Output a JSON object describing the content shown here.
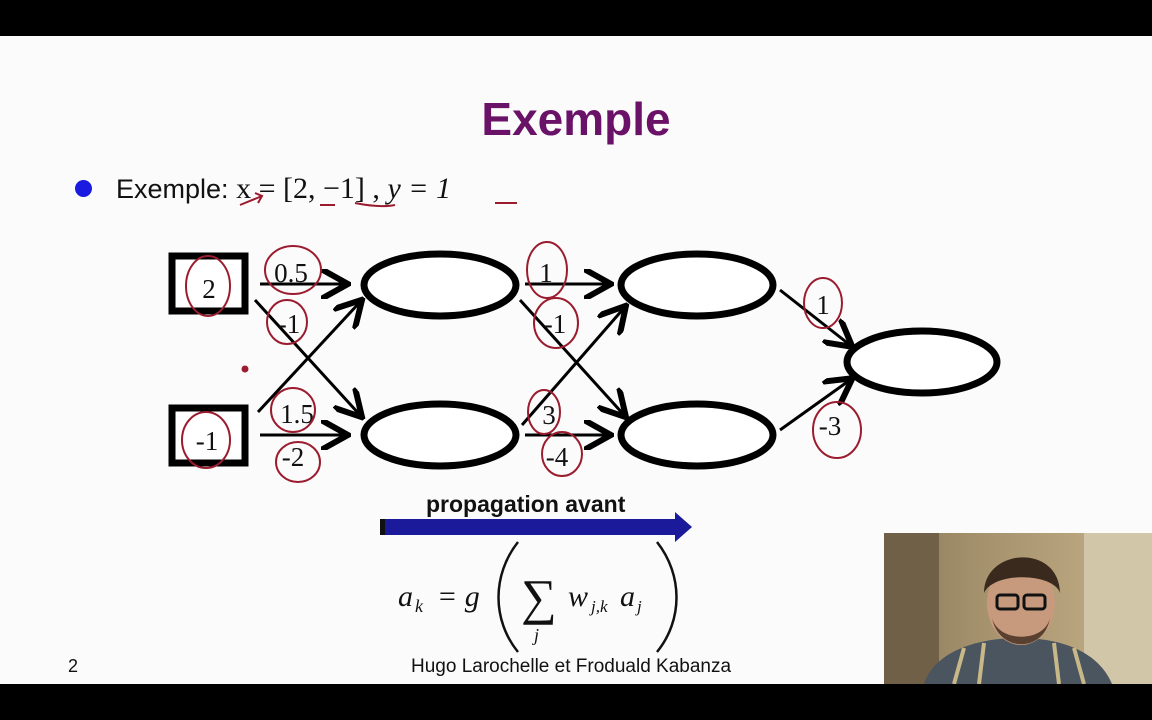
{
  "slide": {
    "title": "Exemple",
    "bullet": {
      "label": "Exemple:",
      "x_expr": "x = [2, −1]",
      "sep": ",",
      "y_expr": "y = 1"
    },
    "diagram": {
      "inputs": [
        "2",
        "-1"
      ],
      "weights_layer1": {
        "w11": "0.5",
        "w12": "-1",
        "w21": "1.5",
        "w22": "-2"
      },
      "weights_layer2": {
        "w11": "1",
        "w12": "-1",
        "w21": "3",
        "w22": "-4"
      },
      "weights_out": {
        "w1": "1",
        "w2": "-3"
      },
      "annotation_color": "#9b1c2e"
    },
    "arrow_label": "propagation avant",
    "arrow_color": "#1a1a9a",
    "formula": {
      "lhs": "a",
      "lhs_sub": "k",
      "g": "= g",
      "sum_sub": "j",
      "w": "w",
      "w_sub": "j,k",
      "a": "a",
      "a_sub": "j"
    },
    "page_number": "2",
    "authors": "Hugo Larochelle et Froduald Kabanza",
    "title_color": "#6a1168"
  },
  "webcam": {
    "description_icon": "presenter-video"
  }
}
